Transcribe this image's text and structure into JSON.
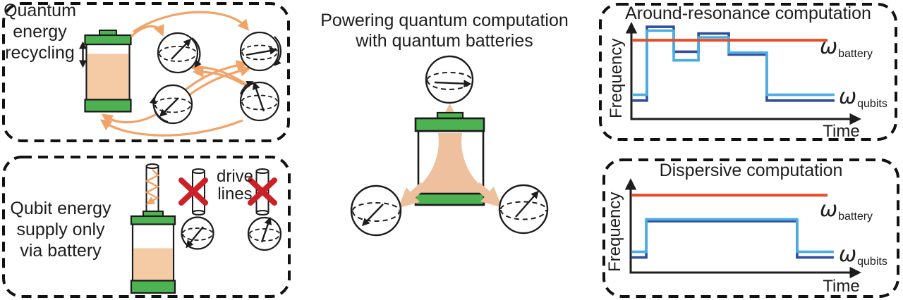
{
  "figure": {
    "panels": {
      "recycling": {
        "label_lines": [
          "Quantum",
          "energy",
          "recycling"
        ]
      },
      "supply": {
        "label_lines": [
          "Qubit energy",
          "supply only",
          "via battery"
        ],
        "drive_lines_label": [
          "drive",
          "lines"
        ]
      },
      "center": {
        "title_lines": [
          "Powering quantum computation",
          "with quantum batteries"
        ]
      }
    }
  },
  "icons": {
    "battery": "battery-icon",
    "qubit": "qubit-bloch-sphere-icon",
    "forbidden": "red-cross-icon",
    "energy_flow": "orange-arrow-icon"
  },
  "colors": {
    "ink": "#1d1d1d",
    "green": "#4db352",
    "charge_tan": "#f4cba4",
    "plume": "#eec09e",
    "orange_arrow": "#f2a368",
    "red_cross": "#cb2027",
    "battery_red": "#e84c26",
    "qubit_dark_blue": "#2f4f9e",
    "qubit_light_blue": "#49ade2"
  },
  "chart_data": [
    {
      "type": "line",
      "title": "Around-resonance computation",
      "xlabel": "Time",
      "ylabel": "Frequency",
      "xlim": [
        0,
        10
      ],
      "ylim": [
        0,
        10
      ],
      "grid": false,
      "axes_arrowed": true,
      "legend": {
        "position": "right",
        "battery_symbol": "ω",
        "battery_sub": "battery",
        "qubits_symbol": "ω",
        "qubits_sub": "qubits"
      },
      "x_breaks": [
        0,
        0.64,
        1.8,
        2.87,
        4.18,
        5.82,
        8.75
      ],
      "series": [
        {
          "name": "qubit frequency (dark blue)",
          "color": "#2f4f9e",
          "levels": [
            2.0,
            9.7,
            7.1,
            9.0,
            6.8,
            2.0
          ]
        },
        {
          "name": "qubit frequency (light blue)",
          "color": "#49ade2",
          "levels": [
            2.6,
            9.3,
            6.2,
            8.6,
            7.0,
            2.6
          ]
        }
      ],
      "battery_line": {
        "name": "battery frequency",
        "color": "#e84c26",
        "x": [
          0,
          8.45
        ],
        "level": 8.3
      }
    },
    {
      "type": "line",
      "title": "Dispersive computation",
      "xlabel": "Time",
      "ylabel": "Frequency",
      "xlim": [
        0,
        10
      ],
      "ylim": [
        0,
        10
      ],
      "grid": false,
      "axes_arrowed": true,
      "legend": {
        "position": "right",
        "battery_symbol": "ω",
        "battery_sub": "battery",
        "qubits_symbol": "ω",
        "qubits_sub": "qubits"
      },
      "x_breaks": [
        0,
        0.64,
        7.14,
        8.72
      ],
      "series": [
        {
          "name": "qubit frequency (dark blue)",
          "color": "#2f4f9e",
          "levels": [
            1.7,
            5.6,
            1.7
          ]
        },
        {
          "name": "qubit frequency (light blue)",
          "color": "#49ade2",
          "levels": [
            2.3,
            5.8,
            2.3
          ]
        }
      ],
      "battery_line": {
        "name": "battery frequency",
        "color": "#e84c26",
        "x": [
          0,
          8.45
        ],
        "level": 8.4
      }
    }
  ]
}
